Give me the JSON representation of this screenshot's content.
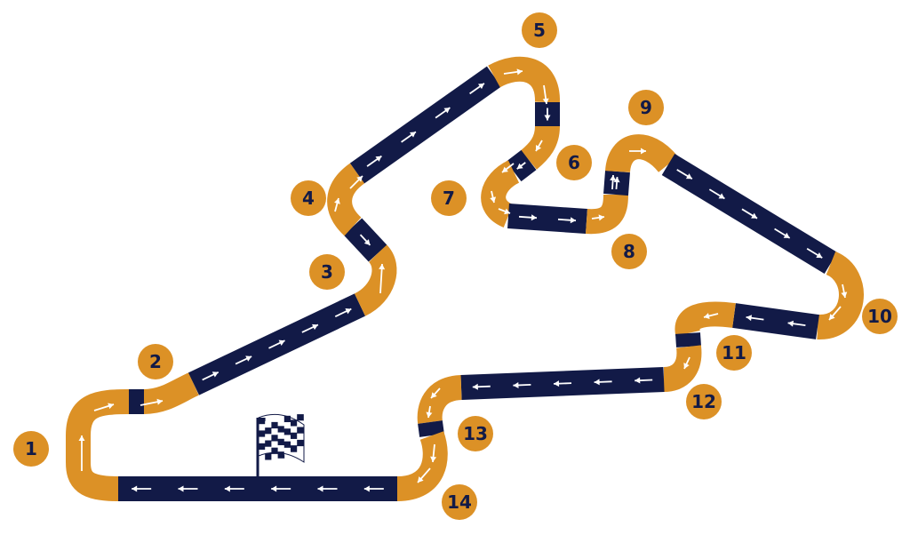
{
  "colors": {
    "straight": "#121a47",
    "corner": "#dc9126",
    "arrow": "#ffffff",
    "marker_fill": "#dc9126",
    "marker_text": "#121a47",
    "flag": "#121a47"
  },
  "icons": {
    "finish": "checkered-flag-icon",
    "direction": "arrow-icon"
  },
  "turns": [
    {
      "label": "1"
    },
    {
      "label": "2"
    },
    {
      "label": "3"
    },
    {
      "label": "4"
    },
    {
      "label": "5"
    },
    {
      "label": "6"
    },
    {
      "label": "7"
    },
    {
      "label": "8"
    },
    {
      "label": "9"
    },
    {
      "label": "10"
    },
    {
      "label": "11"
    },
    {
      "label": "12"
    },
    {
      "label": "13"
    },
    {
      "label": "14"
    }
  ]
}
